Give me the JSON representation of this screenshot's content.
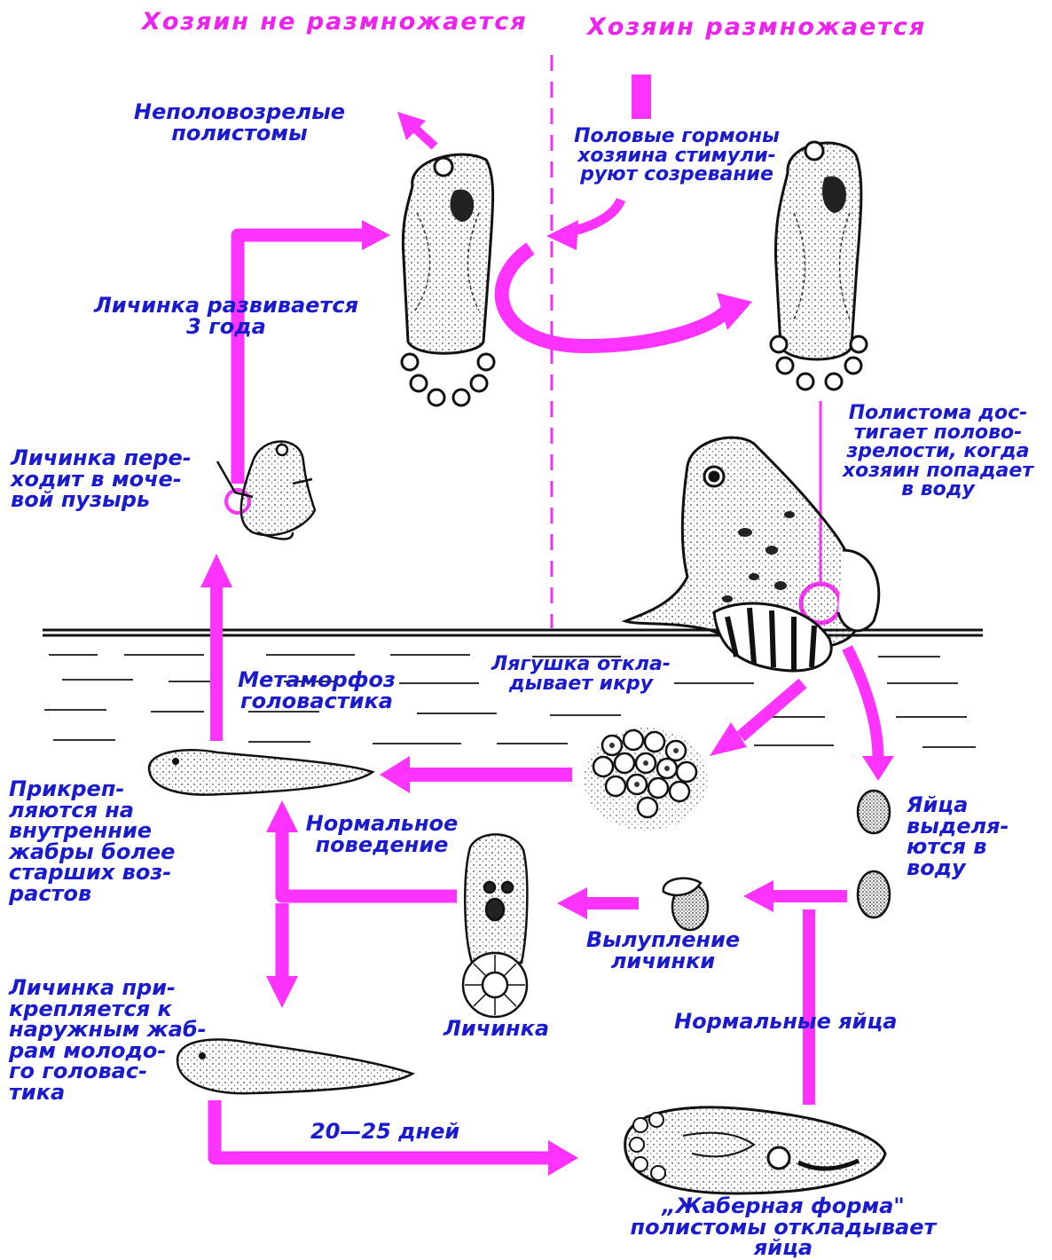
{
  "headers": {
    "left": "Хозяин не размножается",
    "right": "Хозяин размножается"
  },
  "labels": {
    "immature": "Неполовозрелые\nполистомы",
    "hormones": "Половые гормоны\nхозяина стимули-\nруют созревание",
    "larva_develops": "Личинка развивается\n3 года",
    "larva_bladder": "Личинка пере-\nходит в моче-\nвой пузырь",
    "maturity": "Полистома дос-\nтигает полово-\nзрелости, когда\nхозяин попадает\nв воду",
    "metamorphosis": "Метаморфоз\nголовастика",
    "frog_spawn": "Лягушка откла-\nдывает икру",
    "attach_internal": "Прикреп-\nляются на\nвнутренние\nжабры более\nстарших воз-\nрастов",
    "normal_behavior": "Нормальное\nповедение",
    "eggs_released": "Яйца\nвыделя-\nются в\nводу",
    "hatching": "Вылупление\nличинки",
    "larva": "Личинка",
    "normal_eggs": "Нормальные яйца",
    "larva_external": "Личинка при-\nкрепляется к\nнаружным жаб-\nрам молодо-\nго головас-\nтика",
    "days": "20—25 дней",
    "gill_form": "„Жаберная форма\"\nполистомы откладывает\nяйца"
  },
  "colors": {
    "arrow": "#ff33ff",
    "text": "#1a1ad0",
    "header": "#ee22ee",
    "ink": "#111111"
  },
  "icons": [
    "polystome-worm",
    "frog",
    "tadpole",
    "egg",
    "larva",
    "egg-cluster"
  ]
}
